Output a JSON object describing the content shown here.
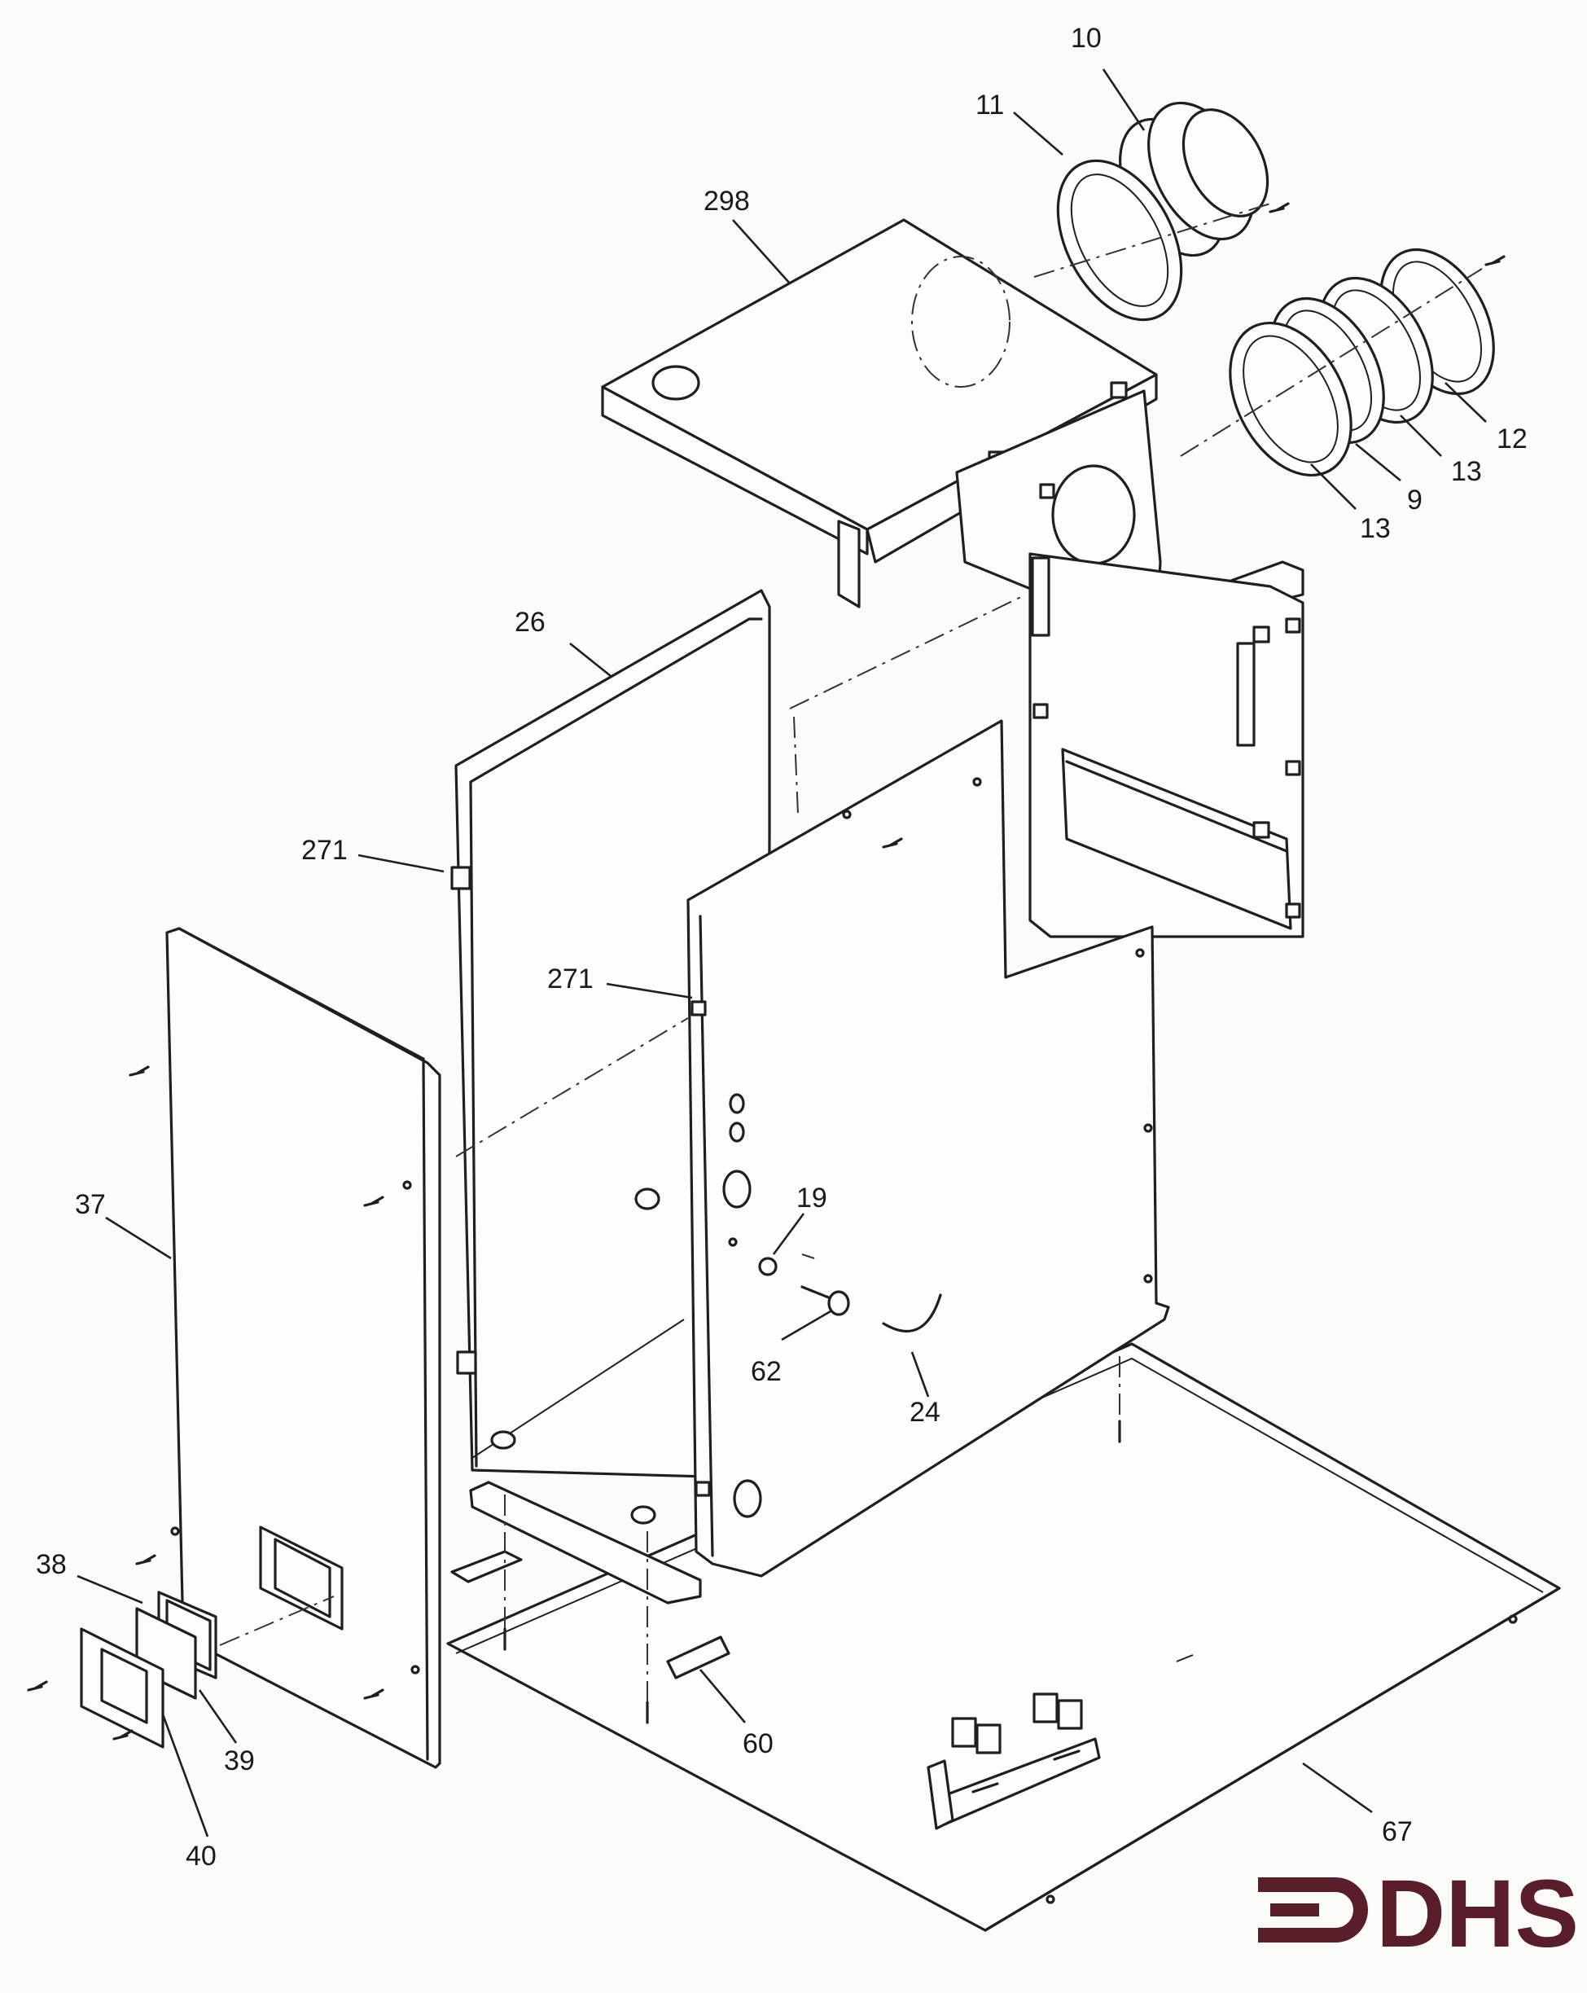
{
  "callouts": [
    {
      "id": "c10",
      "label": "10"
    },
    {
      "id": "c11",
      "label": "11"
    },
    {
      "id": "c298",
      "label": "298"
    },
    {
      "id": "c12",
      "label": "12"
    },
    {
      "id": "c13a",
      "label": "13"
    },
    {
      "id": "c9",
      "label": "9"
    },
    {
      "id": "c13b",
      "label": "13"
    },
    {
      "id": "c26",
      "label": "26"
    },
    {
      "id": "c271a",
      "label": "271"
    },
    {
      "id": "c271b",
      "label": "271"
    },
    {
      "id": "c37",
      "label": "37"
    },
    {
      "id": "c19",
      "label": "19"
    },
    {
      "id": "c62",
      "label": "62"
    },
    {
      "id": "c24",
      "label": "24"
    },
    {
      "id": "c38",
      "label": "38"
    },
    {
      "id": "c39",
      "label": "39"
    },
    {
      "id": "c40",
      "label": "40"
    },
    {
      "id": "c60",
      "label": "60"
    },
    {
      "id": "c67",
      "label": "67"
    }
  ],
  "logo": {
    "text": "DHS",
    "color": "#5a1d2a"
  }
}
